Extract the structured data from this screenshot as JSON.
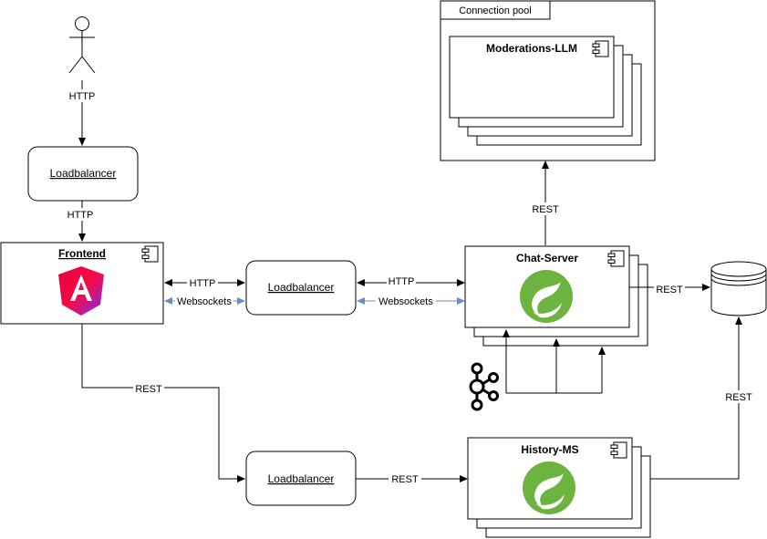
{
  "nodes": {
    "user": "",
    "loadbalancer_top": "Loadbalancer",
    "frontend": "Frontend",
    "loadbalancer_mid": "Loadbalancer",
    "chat_server": "Chat-Server",
    "connection_pool": "Connection pool",
    "moderations_llm": "Moderations-LLM",
    "database": "",
    "loadbalancer_bottom": "Loadbalancer",
    "history_ms": "History-MS",
    "kafka": ""
  },
  "edges": {
    "user_to_lb": "HTTP",
    "lb_to_frontend": "HTTP",
    "frontend_lb_http": "HTTP",
    "frontend_lb_ws": "Websockets",
    "lb_chat_http": "HTTP",
    "lb_chat_ws": "Websockets",
    "chat_to_llm": "REST",
    "chat_to_db": "REST",
    "frontend_to_lb_bottom": "REST",
    "lb_bottom_to_history": "REST",
    "history_to_db": "REST"
  },
  "icons": {
    "frontend": "angular-logo-icon",
    "chat_server": "spring-logo-icon",
    "history_ms": "spring-logo-icon",
    "kafka": "kafka-logo-icon",
    "component": "uml-component-icon",
    "database": "database-cylinder-icon",
    "actor": "actor-stick-figure-icon"
  },
  "colors": {
    "line": "#000000",
    "websocket_line": "#6c8ebf",
    "spring_green": "#6db33f",
    "angular_start": "#e40035",
    "angular_end": "#7b2bf0"
  }
}
